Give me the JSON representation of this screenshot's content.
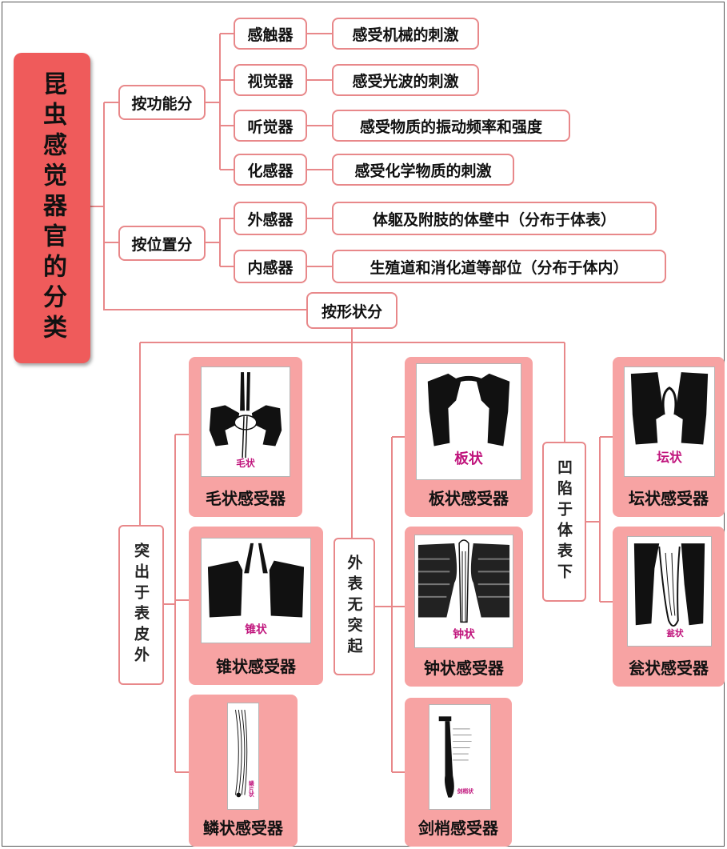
{
  "title": "昆虫感觉器官的分类",
  "by_function": {
    "label": "按功能分",
    "items": [
      {
        "name": "感触器",
        "desc": "感受机械的刺激"
      },
      {
        "name": "视觉器",
        "desc": "感受光波的刺激"
      },
      {
        "name": "听觉器",
        "desc": "感受物质的振动频率和强度"
      },
      {
        "name": "化感器",
        "desc": "感受化学物质的刺激"
      }
    ]
  },
  "by_position": {
    "label": "按位置分",
    "items": [
      {
        "name": "外感器",
        "desc": "体躯及附肢的体壁中（分布于体表）"
      },
      {
        "name": "内感器",
        "desc": "生殖道和消化道等部位（分布于体内）"
      }
    ]
  },
  "by_shape": {
    "label": "按形状分",
    "groups": [
      {
        "label": "突出于表皮外",
        "receptors": [
          {
            "name": "毛状感受器",
            "pic_label": "毛状"
          },
          {
            "name": "锥状感受器",
            "pic_label": "锥状"
          },
          {
            "name": "鳞状感受器",
            "pic_label": "鳞片状"
          }
        ]
      },
      {
        "label": "外表无突起",
        "receptors": [
          {
            "name": "板状感受器",
            "pic_label": "板状"
          },
          {
            "name": "钟状感受器",
            "pic_label": "钟状"
          },
          {
            "name": "剑梢感受器",
            "pic_label": "剑梢状"
          }
        ]
      },
      {
        "label": "凹陷于体表下",
        "receptors": [
          {
            "name": "坛状感受器",
            "pic_label": "坛状"
          },
          {
            "name": "瓮状感受器",
            "pic_label": "瓮状"
          }
        ]
      }
    ]
  },
  "colors": {
    "title_fill": "#ef5b5b",
    "border": "#e8888a",
    "card_fill": "#f7a3a3",
    "line": "#e8888a",
    "pic_label": "#c0147c"
  }
}
